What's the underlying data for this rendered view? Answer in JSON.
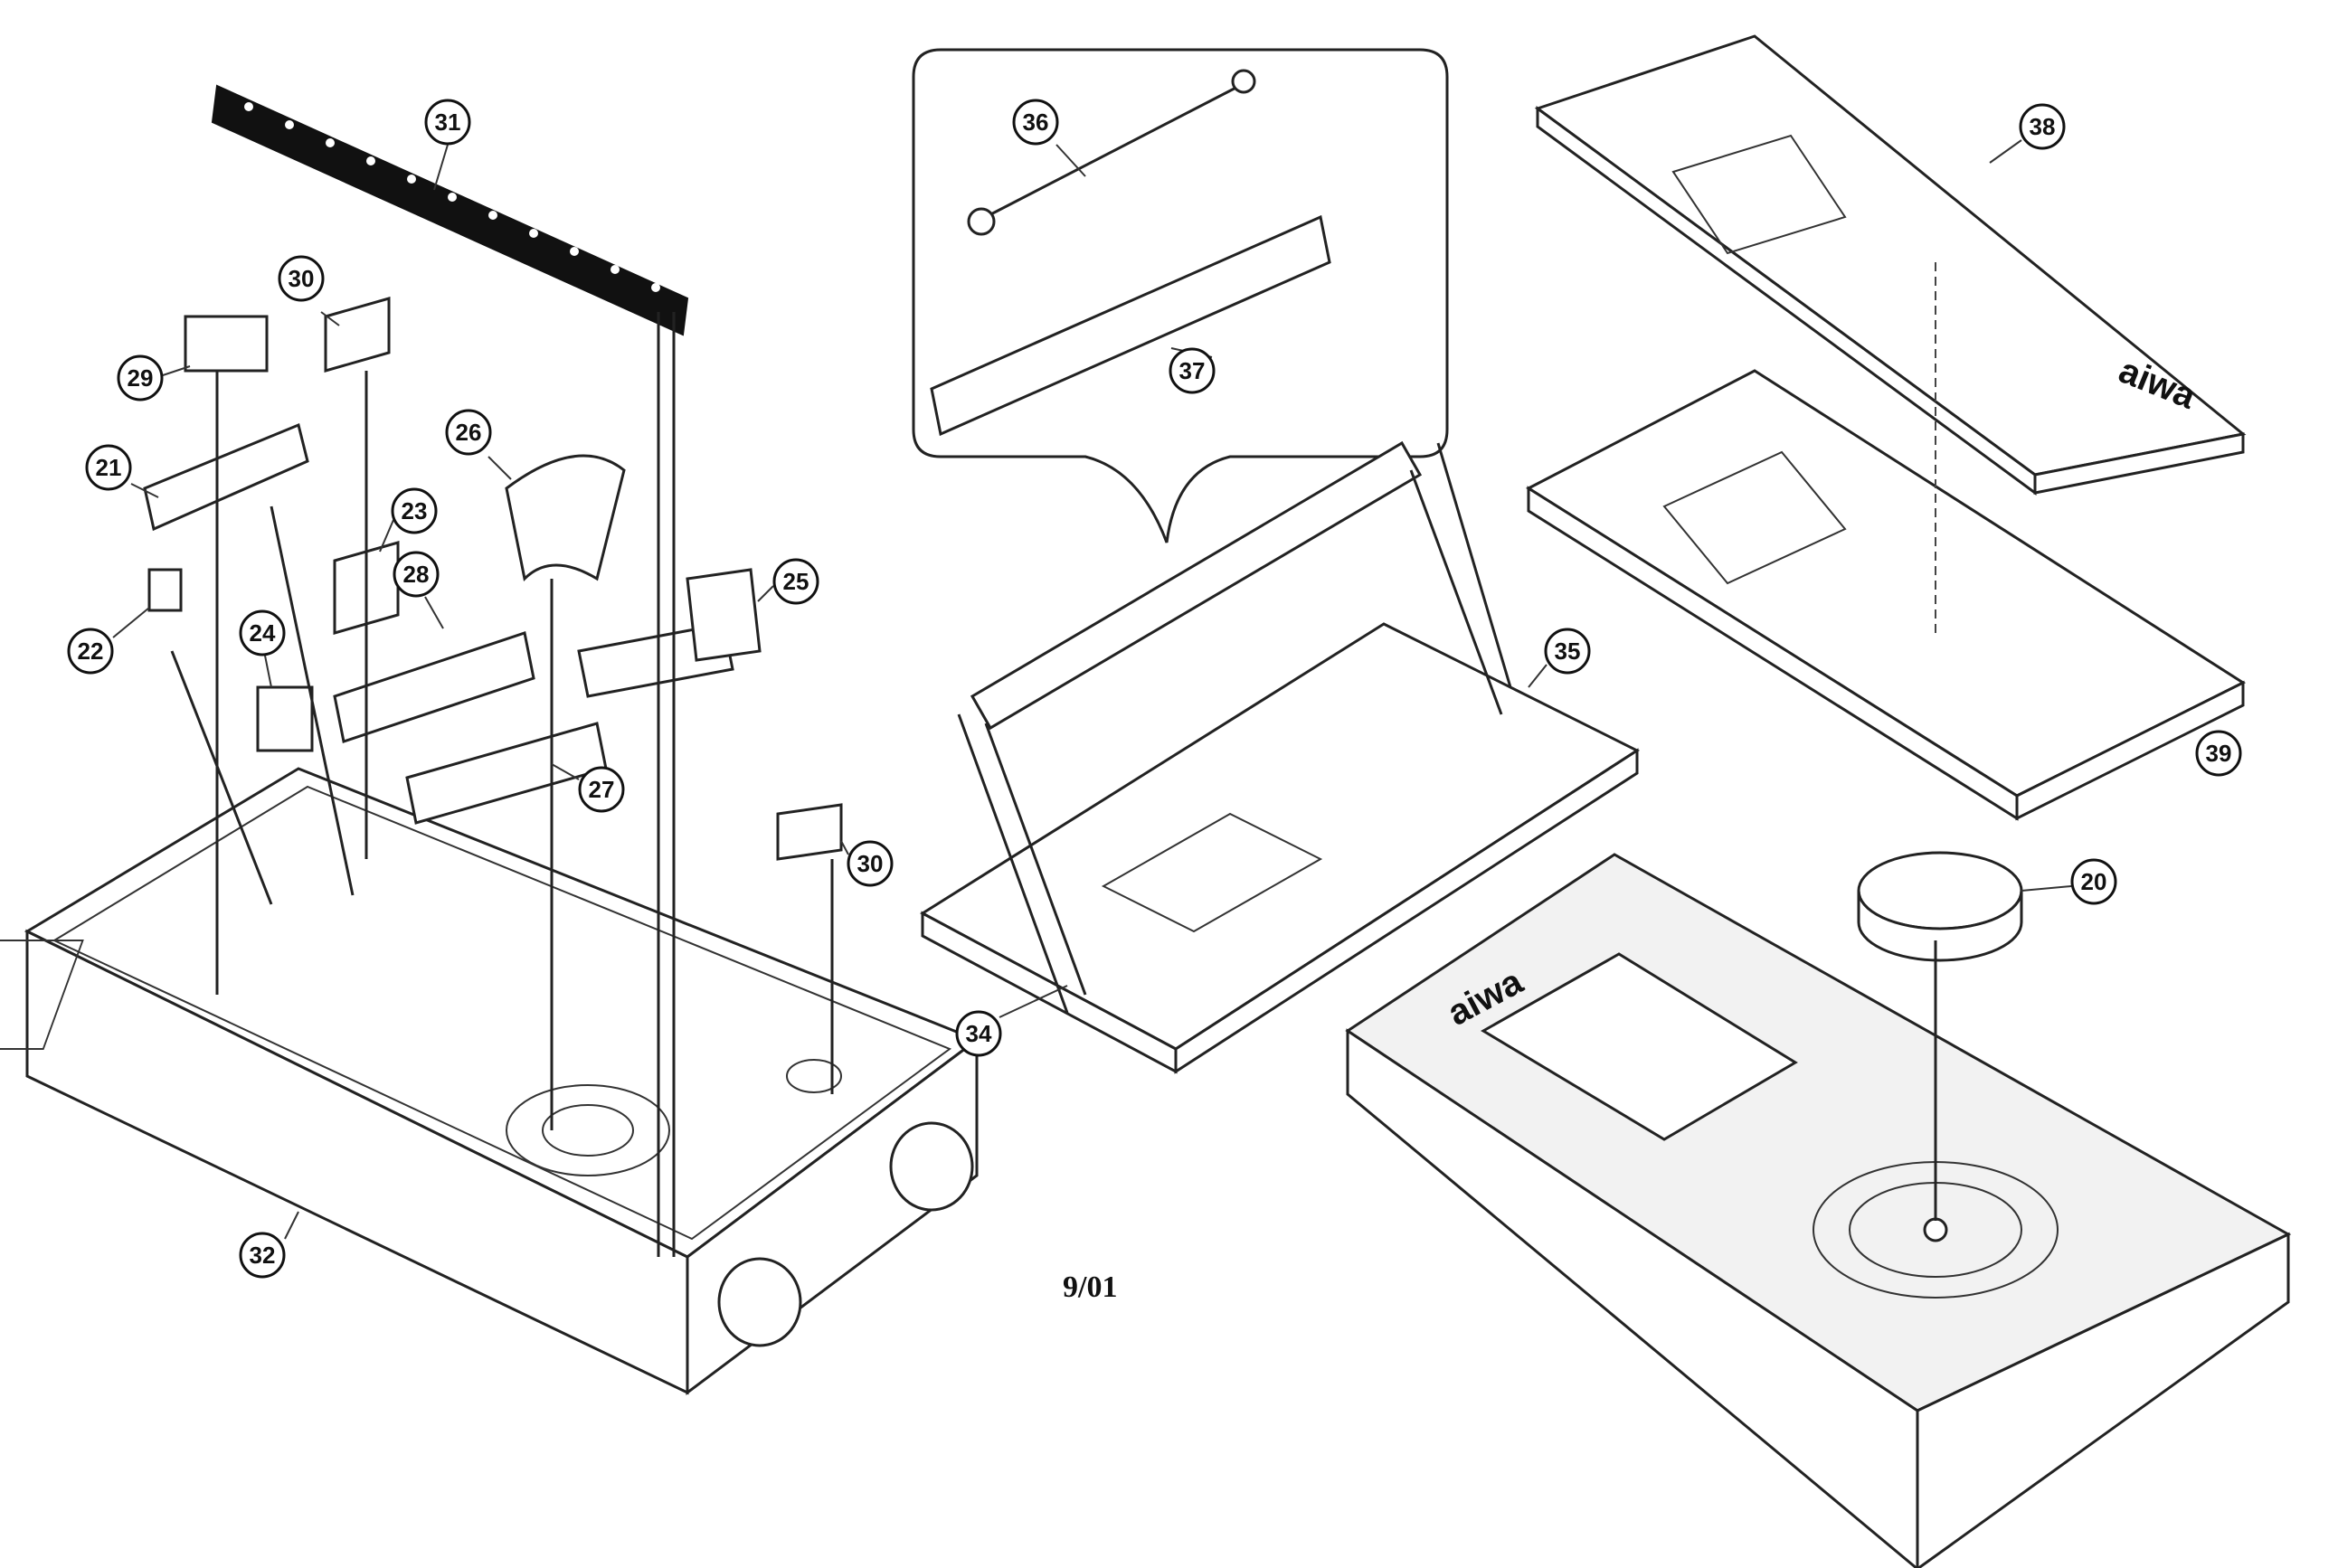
{
  "callouts": [
    {
      "label": "31"
    },
    {
      "label": "30"
    },
    {
      "label": "29"
    },
    {
      "label": "21"
    },
    {
      "label": "23"
    },
    {
      "label": "26"
    },
    {
      "label": "28"
    },
    {
      "label": "25"
    },
    {
      "label": "22"
    },
    {
      "label": "24"
    },
    {
      "label": "27"
    },
    {
      "label": "30"
    },
    {
      "label": "32"
    },
    {
      "label": "36"
    },
    {
      "label": "37"
    },
    {
      "label": "35"
    },
    {
      "label": "34"
    },
    {
      "label": "38"
    },
    {
      "label": "39"
    },
    {
      "label": "20"
    }
  ],
  "logos": {
    "lid_logo": "aiwa",
    "shell_logo": "aiwa"
  },
  "footer": {
    "date": "9/01"
  }
}
